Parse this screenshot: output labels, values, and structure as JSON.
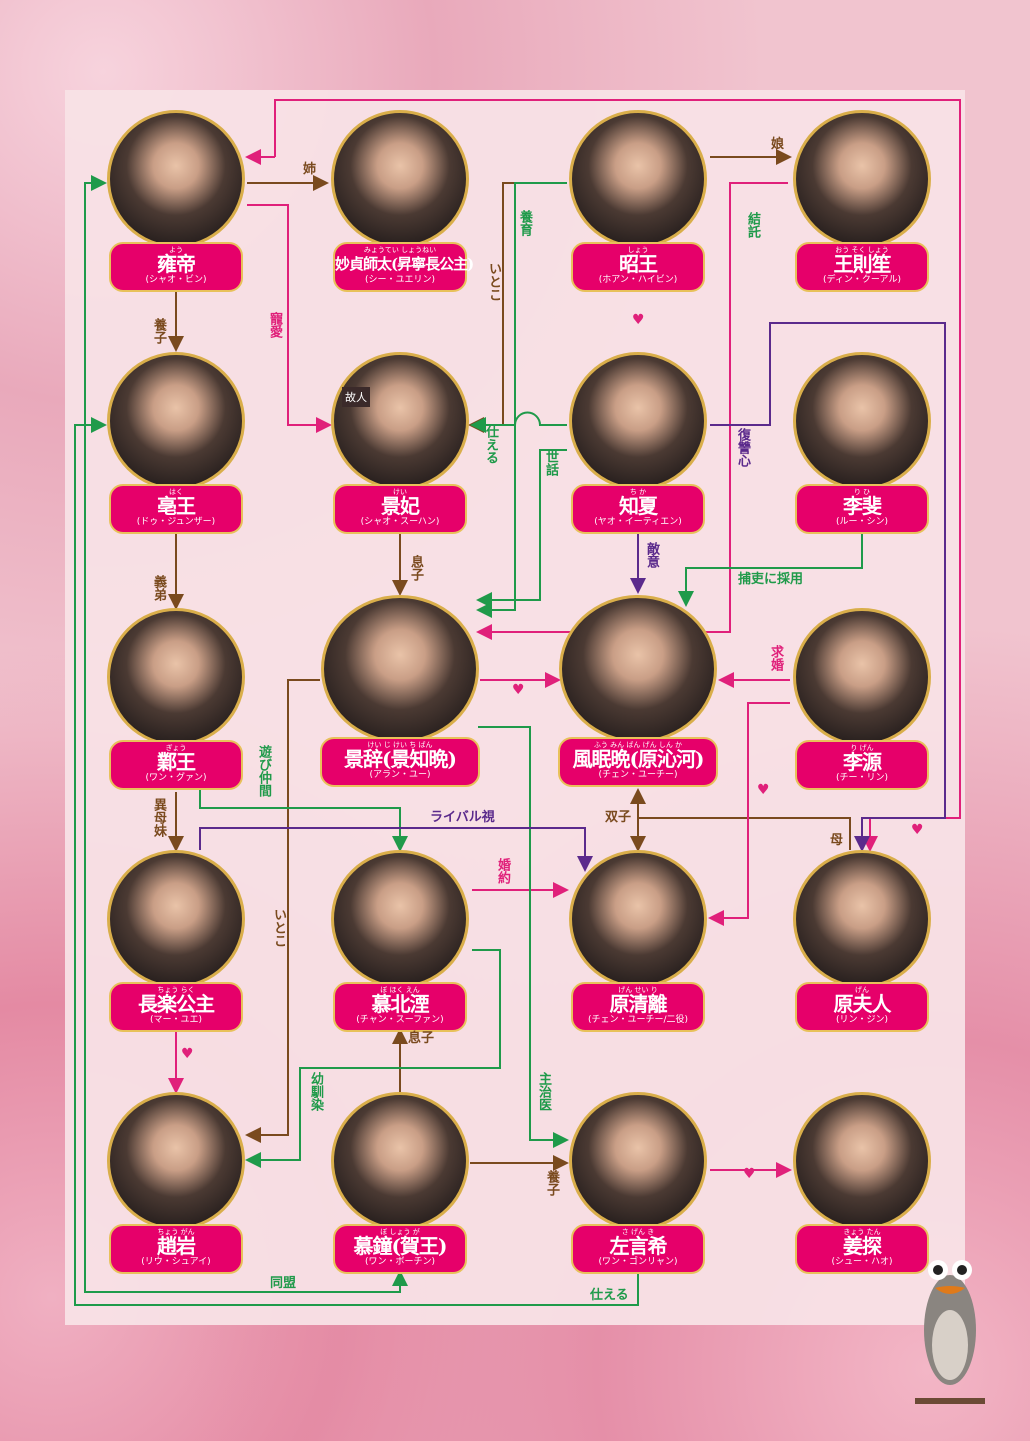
{
  "characters": [
    {
      "name": "雍帝",
      "ruby": "よう",
      "reading": "(シャオ・ビン)"
    },
    {
      "name": "妙貞師太(昇寧長公主)",
      "ruby": "みょうてい しょうねい",
      "reading": "(シー・ユエリン)"
    },
    {
      "name": "昭王",
      "ruby": "しょう",
      "reading": "(ホアン・ハイビン)"
    },
    {
      "name": "王則笙",
      "ruby": "おう そく しょう",
      "reading": "(ディン・クーアル)"
    },
    {
      "name": "亳王",
      "ruby": "はく",
      "reading": "(ドゥ・ジュンザー)"
    },
    {
      "name": "景妃",
      "ruby": "けい",
      "reading": "(シャオ・スーハン)",
      "badge": "故人"
    },
    {
      "name": "知夏",
      "ruby": "ち か",
      "reading": "(ヤオ・イーティエン)"
    },
    {
      "name": "李斐",
      "ruby": "り ひ",
      "reading": "(ルー・シン)"
    },
    {
      "name": "鄴王",
      "ruby": "ぎょう",
      "reading": "(ワン・グァン)"
    },
    {
      "name": "景辞(景知晩)",
      "ruby": "けい じ けい ち ばん",
      "reading": "(アラン・ユー)"
    },
    {
      "name": "風眠晩(原沁河)",
      "ruby": "ふう みん ばん げん しん か",
      "reading": "(チェン・ユーチー)"
    },
    {
      "name": "李源",
      "ruby": "り げん",
      "reading": "(チー・リン)"
    },
    {
      "name": "長楽公主",
      "ruby": "ちょう らく",
      "reading": "(マー・ユエ)"
    },
    {
      "name": "慕北湮",
      "ruby": "ぼ ほく えん",
      "reading": "(チャン・スーファン)"
    },
    {
      "name": "原清離",
      "ruby": "げん せい り",
      "reading": "(チェン・ユーチー/二役)"
    },
    {
      "name": "原夫人",
      "ruby": "げん",
      "reading": "(リン・ジン)"
    },
    {
      "name": "趙岩",
      "ruby": "ちょう がん",
      "reading": "(リウ・シュアイ)"
    },
    {
      "name": "慕鐘(賀王)",
      "ruby": "ぼ しょう が",
      "reading": "(ワン・ボーチン)"
    },
    {
      "name": "左言希",
      "ruby": "さ げん き",
      "reading": "(ワン・ゴンリャン)"
    },
    {
      "name": "姜探",
      "ruby": "きょう たん",
      "reading": "(シュー・ハオ)"
    }
  ],
  "relations": {
    "ane": "姉",
    "musume": "娘",
    "yoshi1": "養子",
    "choai": "寵愛",
    "itoko1": "いとこ",
    "yoiku": "養育",
    "kettaku": "結託",
    "tsukaeru1": "仕える",
    "sewa": "世話",
    "fukushu": "復讐心",
    "tekii": "敵意",
    "hori": "捕吏に採用",
    "musuko1": "息子",
    "gitei": "義弟",
    "kyukon": "求婚",
    "asobi": "遊び仲間",
    "rival": "ライバル視",
    "ibomai": "異母妹",
    "futago": "双子",
    "haha": "母",
    "konyaku": "婚約",
    "itoko2": "いとこ",
    "musuko2": "息子",
    "osananajimi": "幼馴染",
    "shujii": "主治医",
    "yoshi2": "養子",
    "domei": "同盟",
    "tsukaeru2": "仕える",
    "heart": "♥"
  },
  "colors": {
    "brown": "#7a4a1e",
    "pink": "#e0207a",
    "green": "#1f9a4a",
    "purple": "#5b2a8c",
    "label_bg": "#e6006a",
    "gold": "#d9ae4a"
  }
}
